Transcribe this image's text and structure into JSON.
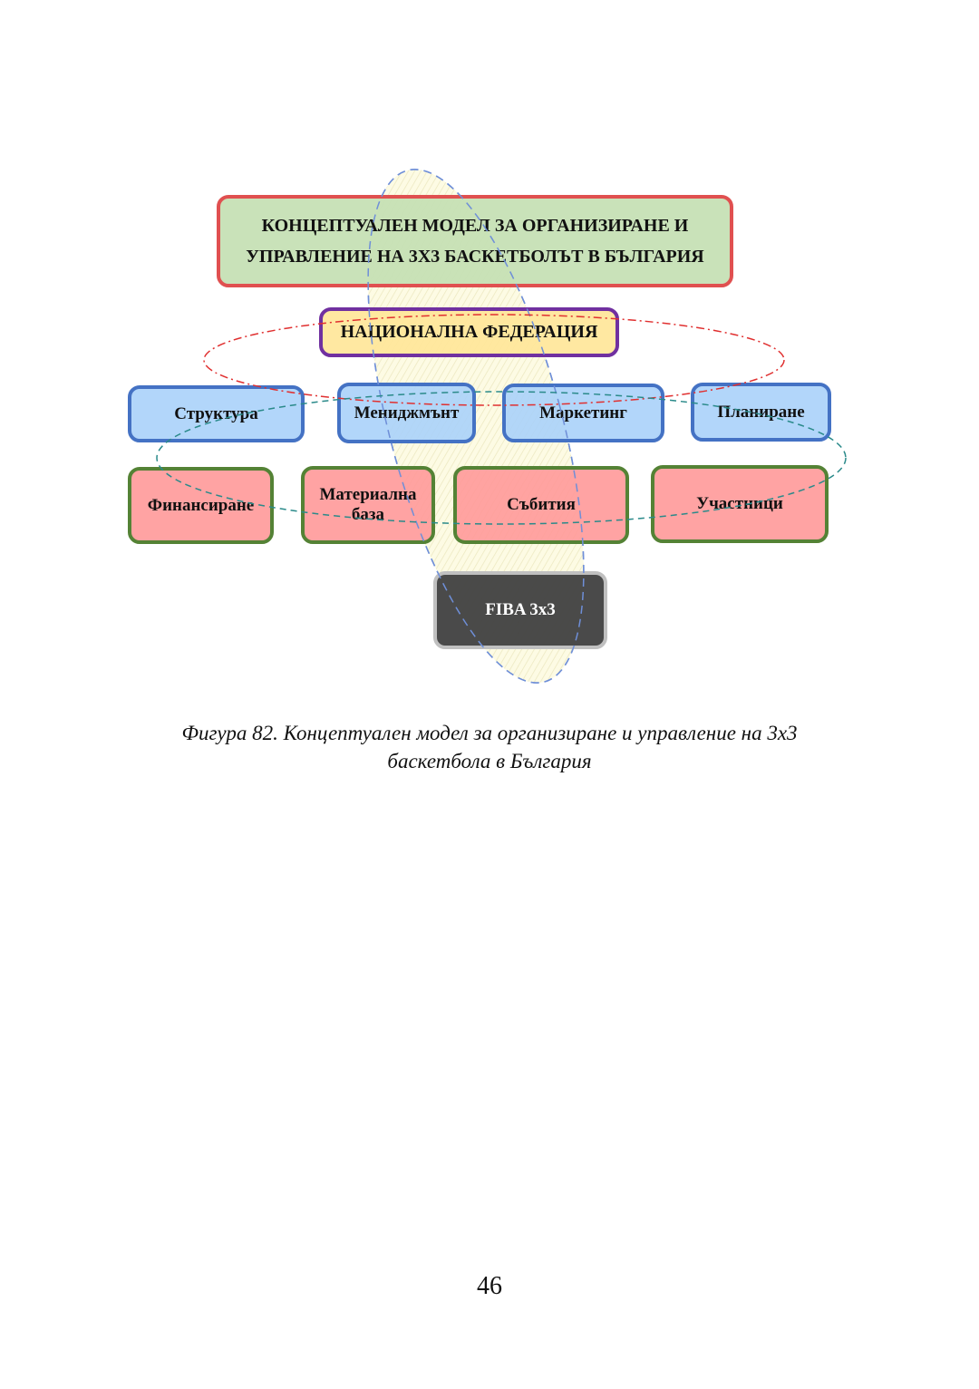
{
  "diagram": {
    "title_line1": "КОНЦЕПТУАЛЕН МОДЕЛ ЗА ОРГАНИЗИРАНЕ И",
    "title_line2": "УПРАВЛЕНИЕ НА 3Х3 БАСКЕТБОЛЪТ В БЪЛГАРИЯ",
    "federation": "НАЦИОНАЛНА ФЕДЕРАЦИЯ",
    "blue_row": [
      "Структура",
      "Мениджмънт",
      "Маркетинг",
      "Планиране"
    ],
    "red_row": [
      {
        "line1": "Финансиране",
        "line2": ""
      },
      {
        "line1": "Материална",
        "line2": "база"
      },
      {
        "line1": "Събития",
        "line2": ""
      },
      {
        "line1": "Участници",
        "line2": ""
      }
    ],
    "fiba": "FIBA 3x3",
    "colors": {
      "title_fill": "#c5e0b4",
      "title_border": "#e05050",
      "federation_fill": "#ffe699",
      "federation_border": "#7030a0",
      "blue_fill": "#aad2fa",
      "blue_border": "#4472c4",
      "red_fill": "#ff9999",
      "red_border": "#548235",
      "fiba_fill": "#404040",
      "fiba_border": "#c0c0c0",
      "ellipse_vertical": "#6f8fd8",
      "ellipse_federation": "#e03030",
      "ellipse_teal": "#2a8a8a"
    }
  },
  "caption": {
    "line1": "Фигура 82. Концептуален модел за организиране и управление на 3х3",
    "line2": "баскетбола в България"
  },
  "page_number": "46"
}
